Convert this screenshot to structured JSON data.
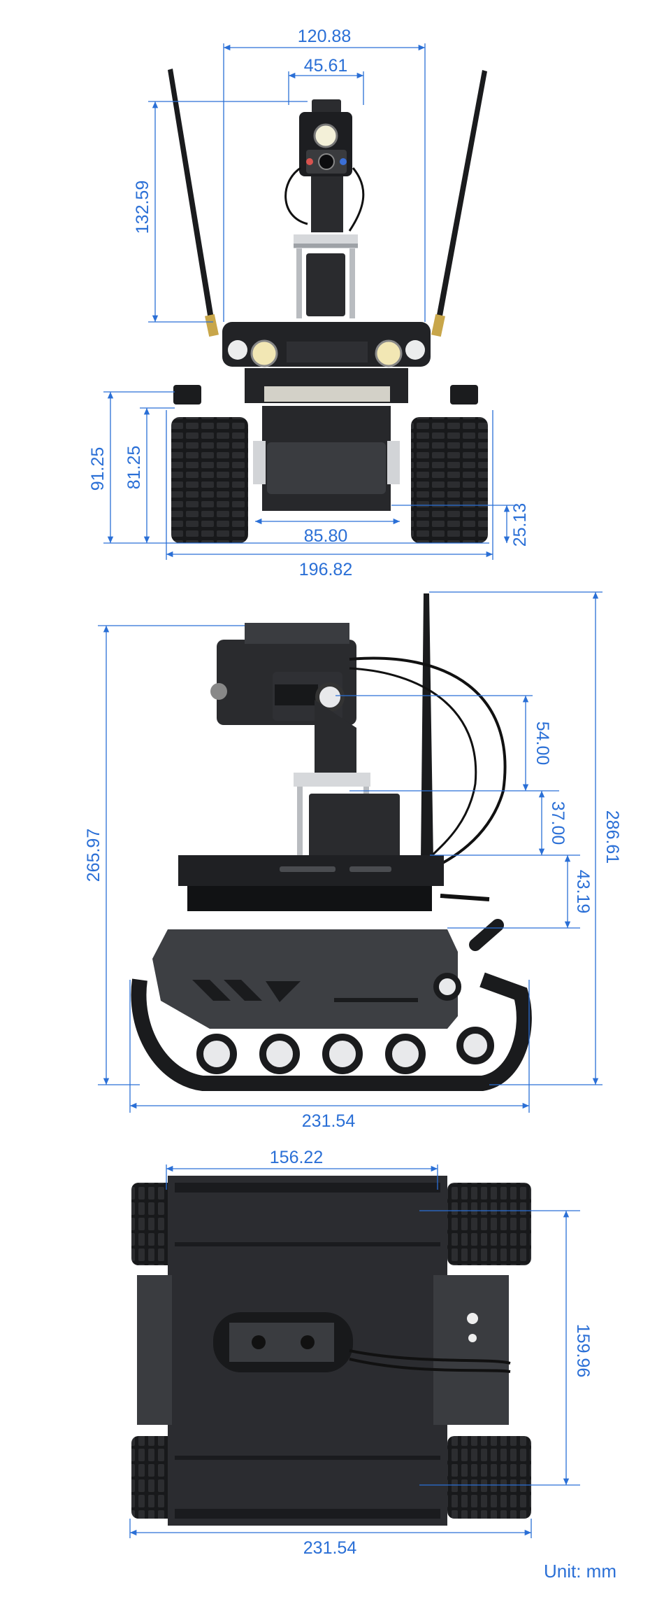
{
  "colors": {
    "dimension": "#2a6fd6",
    "body_dark": "#1c1d20",
    "body_mid": "#3a3c40",
    "metal": "#c9ccd0",
    "wheel": "#e8e9eb"
  },
  "views": {
    "front": {
      "top_width": "120.88",
      "camera_width": "45.61",
      "antenna_height": "132.59",
      "overall_height": "91.25",
      "chassis_height": "81.25",
      "track_inner": "85.80",
      "ground_clearance": "25.13",
      "overall_width": "196.82"
    },
    "side": {
      "overall_height": "265.97",
      "antenna_total": "286.61",
      "pan_tilt": "54.00",
      "servo_height": "37.00",
      "deck_height": "43.19",
      "overall_length": "231.54"
    },
    "top": {
      "deck_width": "156.22",
      "track_span": "159.96",
      "overall_length": "231.54"
    }
  },
  "unit_label": "Unit: mm"
}
